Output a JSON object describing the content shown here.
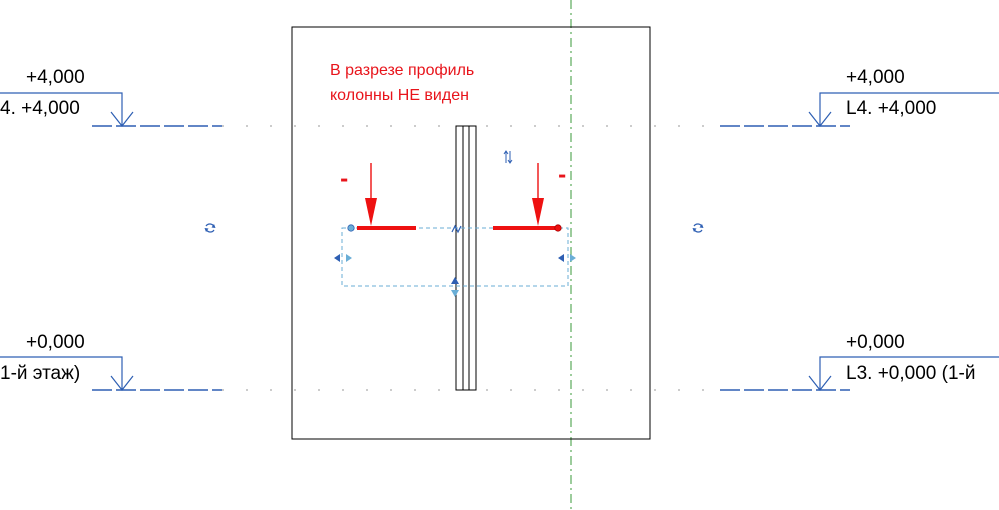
{
  "levels": {
    "upper": {
      "value": "+4,000",
      "left_name": "4. +4,000",
      "right_name": "L4. +4,000"
    },
    "lower": {
      "value": "+0,000",
      "left_name": "1-й этаж)",
      "right_name": "L3. +0,000 (1-й"
    }
  },
  "annotation": {
    "line1": "В разрезе профиль",
    "line2": "колонны НЕ виден"
  },
  "section_marks": {
    "left": "-",
    "right": "-"
  },
  "colors": {
    "level_blue": "#2e5fb3",
    "annotation_red": "#e8141b",
    "section_red": "#ee1111",
    "grid_green": "#3a9a3a",
    "selection_blue": "#6aaed6",
    "ref_gray": "#9a9a9a"
  },
  "icons": {
    "rotate": "rotate-icon",
    "flip": "flip-icon",
    "drag": "drag-arrows-icon",
    "break": "break-line-icon"
  }
}
